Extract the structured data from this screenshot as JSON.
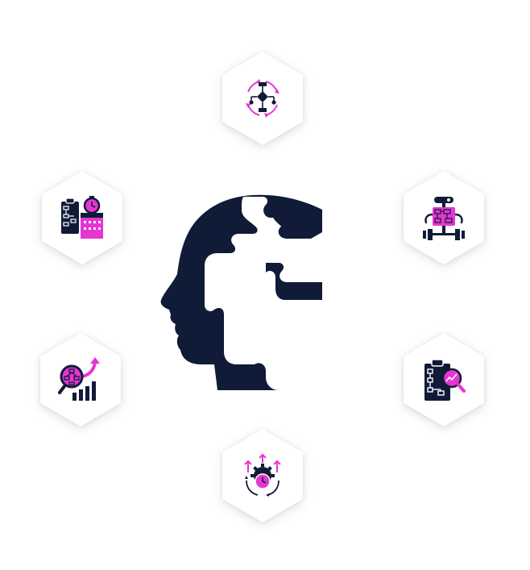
{
  "colors": {
    "navy": "#0f1b37",
    "magenta": "#e535d3",
    "background": "#ffffff"
  },
  "nodes": [
    {
      "id": "top",
      "icon": "flowchart-cycle-icon"
    },
    {
      "id": "upper-right",
      "icon": "robot-flowchart-icon"
    },
    {
      "id": "lower-right",
      "icon": "clipboard-analytics-icon"
    },
    {
      "id": "bottom",
      "icon": "gear-clock-efficiency-icon"
    },
    {
      "id": "lower-left",
      "icon": "magnify-growth-chart-icon"
    },
    {
      "id": "upper-left",
      "icon": "planning-calendar-icon"
    }
  ],
  "center": {
    "icon": "head-puzzle-icon"
  }
}
